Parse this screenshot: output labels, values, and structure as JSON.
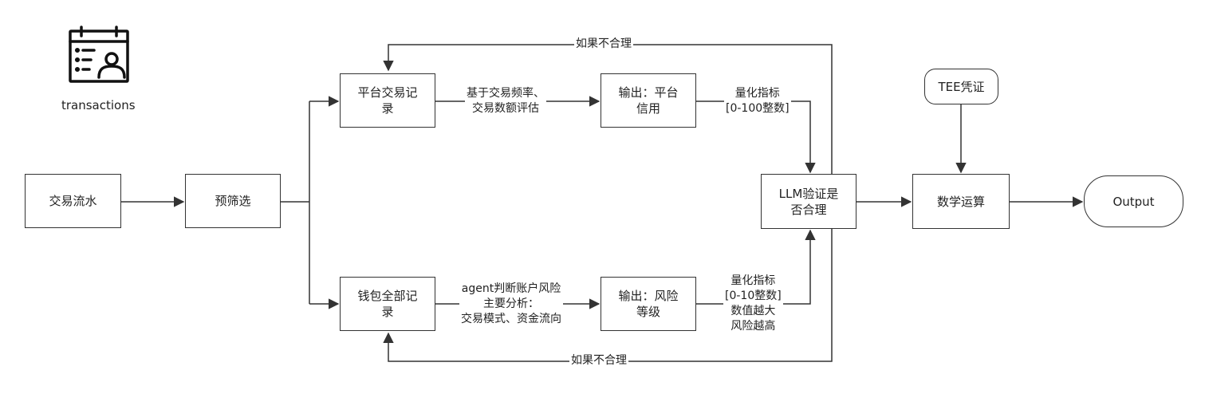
{
  "icon": {
    "name": "transactions-icon",
    "caption": "transactions"
  },
  "nodes": {
    "flow": "交易流水",
    "prefilter": "预筛选",
    "platform": "平台交易记\n录",
    "wallet": "钱包全部记\n录",
    "platform_out": "输出：平台\n信用",
    "risk_out": "输出：风险\n等级",
    "llm": "LLM验证是\n否合理",
    "tee": "TEE凭证",
    "math": "数学运算",
    "output": "Output"
  },
  "edge_labels": {
    "top_loop": "如果不合理",
    "bottom_loop": "如果不合理",
    "platform_eval": "基于交易频率、\n交易数额评估",
    "agent_eval": "agent判断账户风险\n主要分析：\n交易模式、资金流向",
    "score_100": "量化指标\n[0-100整数]",
    "score_10": "量化指标\n[0-10整数]\n数值越大\n风险越高"
  }
}
